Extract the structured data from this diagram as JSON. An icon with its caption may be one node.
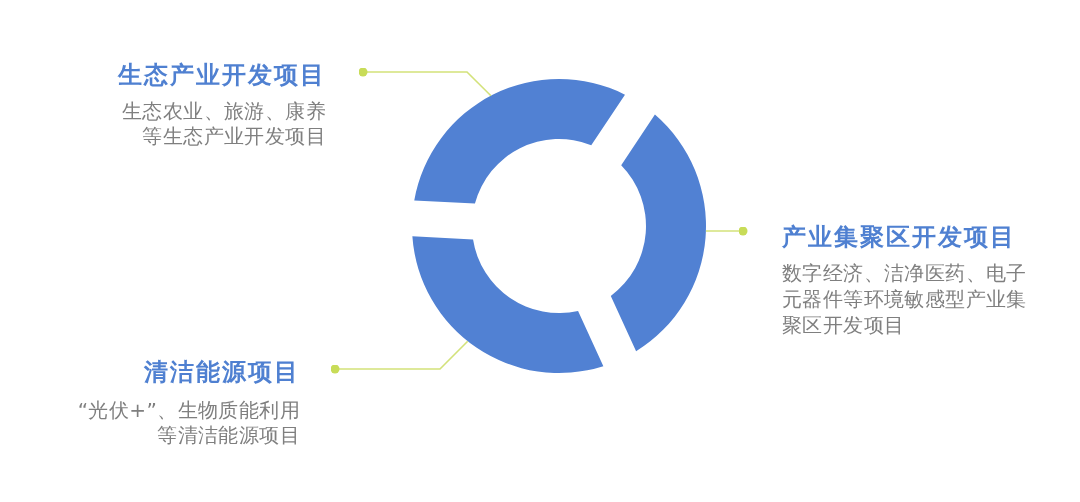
{
  "diagram": {
    "nodes": [
      {
        "text": [
          "生态产业开发项目",
          "生态农业、旅游、康养等生态产业开发项目"
        ]
      },
      {
        "text": [
          "产业集聚区开发项目",
          "数字经济、洁净医药、电子元器件等环境敏感型产业集聚区开发项目"
        ]
      },
      {
        "text": [
          "清洁能源项目",
          "“光伏+”、生物质能利用等清洁能源项目"
        ]
      },
      {
        "text": [],
        "shape": "arc"
      },
      {
        "text": [],
        "shape": "arc"
      },
      {
        "text": [],
        "shape": "arc"
      }
    ],
    "edges": [
      {
        "from": 0,
        "to": 3,
        "arrow": "other"
      },
      {
        "from": 1,
        "to": 4,
        "arrow": "other"
      },
      {
        "from": 2,
        "to": 5,
        "arrow": "other"
      }
    ]
  }
}
